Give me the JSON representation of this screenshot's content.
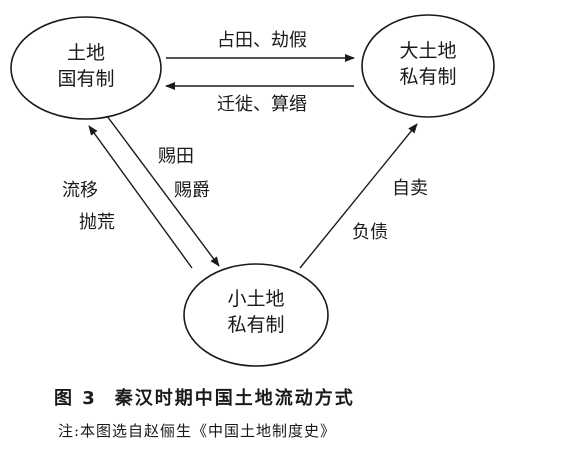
{
  "nodes": {
    "state": {
      "line1": "土地",
      "line2": "国有制"
    },
    "large": {
      "line1": "大土地",
      "line2": "私有制"
    },
    "small": {
      "line1": "小土地",
      "line2": "私有制"
    }
  },
  "edges": {
    "state_to_large": "占田、劫假",
    "large_to_state": "迁徙、算缗",
    "state_to_small_1": "赐田",
    "state_to_small_2": "赐爵",
    "small_to_state_1": "流移",
    "small_to_state_2": "抛荒",
    "small_to_large_1": "自卖",
    "small_to_large_2": "负债"
  },
  "caption": {
    "figure_label": "图 3",
    "title": "秦汉时期中国土地流动方式"
  },
  "note": "注:本图选自赵俪生《中国土地制度史》"
}
